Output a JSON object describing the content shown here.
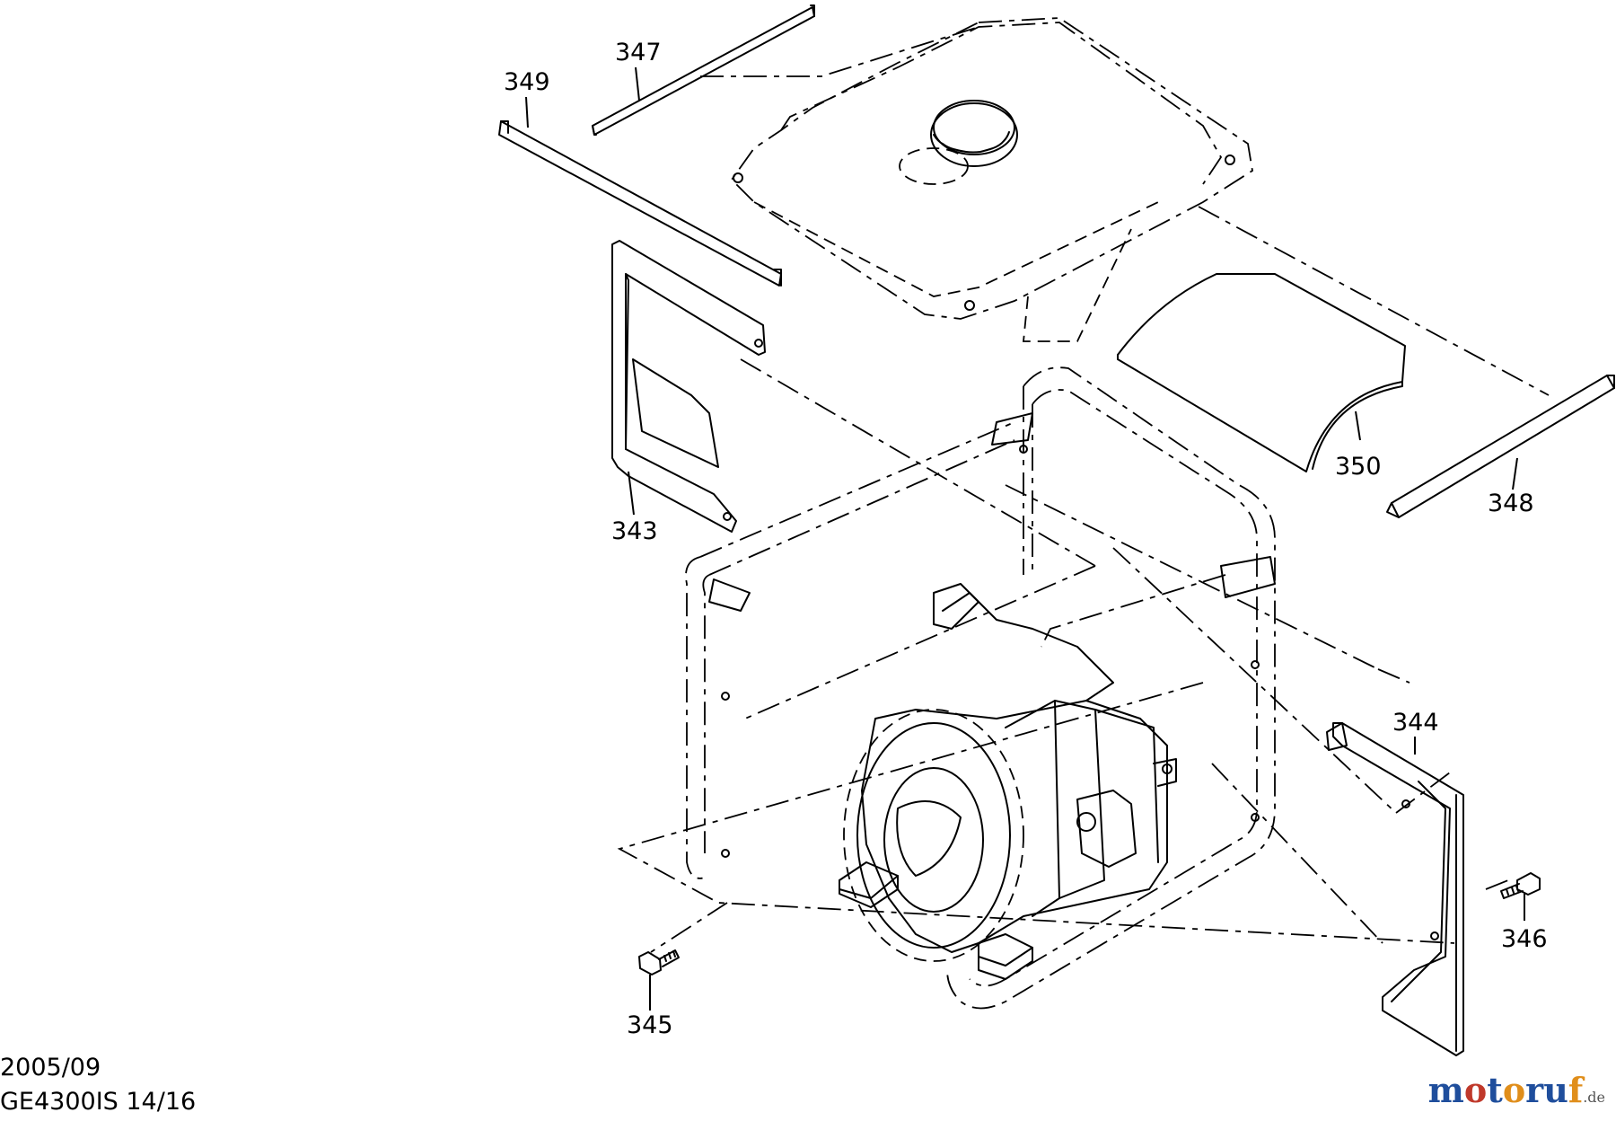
{
  "parts": [
    {
      "id": "343",
      "label": "343"
    },
    {
      "id": "344",
      "label": "344"
    },
    {
      "id": "345",
      "label": "345"
    },
    {
      "id": "346",
      "label": "346"
    },
    {
      "id": "347",
      "label": "347"
    },
    {
      "id": "348",
      "label": "348"
    },
    {
      "id": "349",
      "label": "349"
    },
    {
      "id": "350",
      "label": "350"
    }
  ],
  "footer": {
    "date": "2005/09",
    "model": "GE4300IS 14/16"
  },
  "watermark": {
    "text": "motoruf",
    "suffix": ".de",
    "colors": {
      "m": "#1f4e9c",
      "o1": "#c0392b",
      "t": "#1f4e9c",
      "o2": "#e08e1b",
      "r": "#1f4e9c",
      "u": "#1f4e9c",
      "f": "#e08e1b"
    }
  }
}
